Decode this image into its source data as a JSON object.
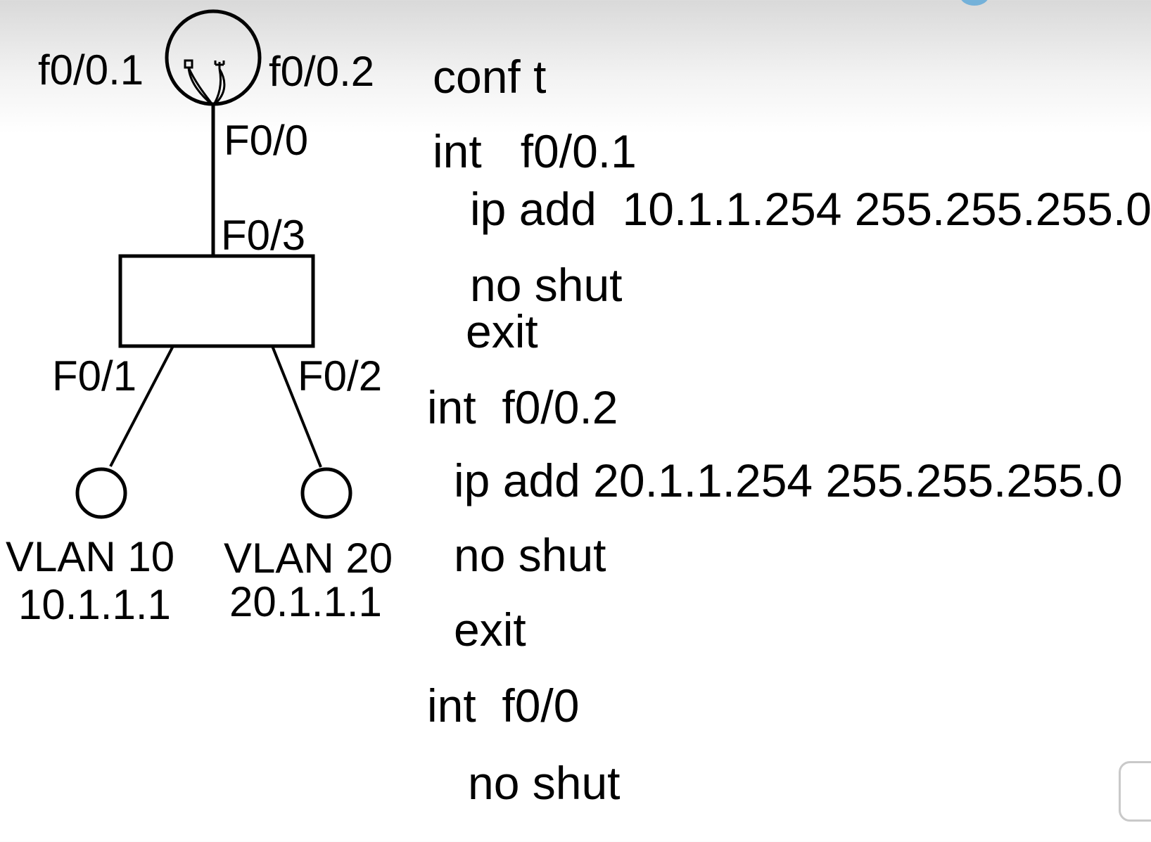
{
  "diagram": {
    "labels": {
      "router_sub1": "f0/0.1",
      "router_sub2": "f0/0.2",
      "router_port": "F0/0",
      "switch_uplink": "F0/3",
      "switch_port1": "F0/1",
      "switch_port2": "F0/2",
      "host1_vlan": "VLAN 10",
      "host1_ip": "10.1.1.1",
      "host2_vlan": "VLAN 20",
      "host2_ip": "20.1.1.1"
    }
  },
  "commands": [
    "conf t",
    "int   f0/0.1",
    "ip add  10.1.1.254 255.255.255.0",
    "no shut",
    "exit",
    "int  f0/0.2",
    "ip add 20.1.1.254 255.255.255.0",
    "no shut",
    "exit",
    "int  f0/0",
    "no shut"
  ]
}
